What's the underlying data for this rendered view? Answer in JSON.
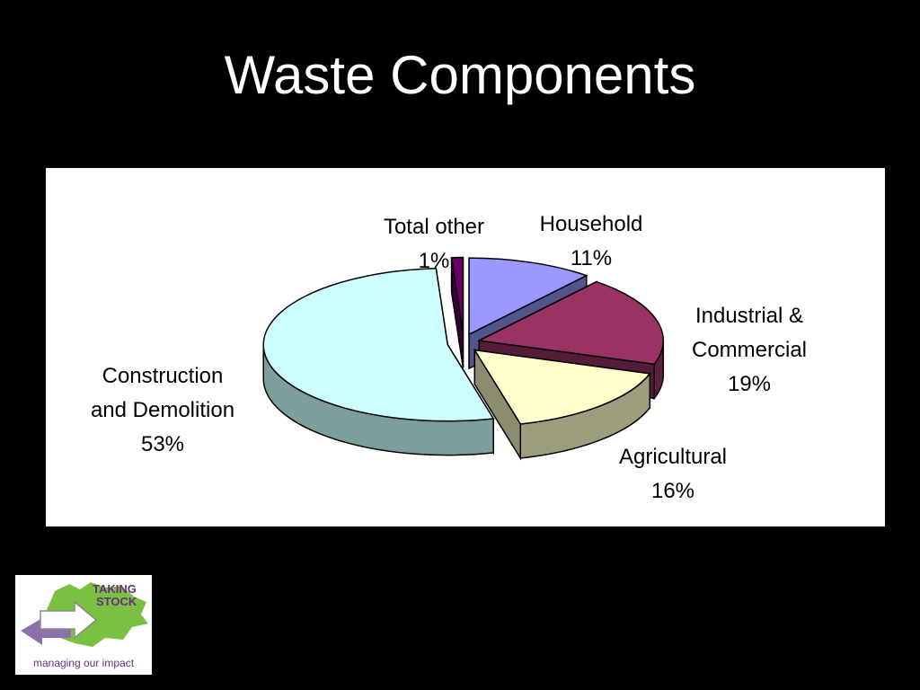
{
  "slide": {
    "title": "Waste Components"
  },
  "chart_data": {
    "type": "pie",
    "title": "",
    "three_d": true,
    "exploded": true,
    "legend": "none",
    "slices": [
      {
        "label_lines": [
          "Household",
          "11%"
        ],
        "name": "Household",
        "value": 11,
        "color": "#9999ff"
      },
      {
        "label_lines": [
          "Industrial &",
          "Commercial",
          "19%"
        ],
        "name": "Industrial & Commercial",
        "value": 19,
        "color": "#993366"
      },
      {
        "label_lines": [
          "Agricultural",
          "16%"
        ],
        "name": "Agricultural",
        "value": 16,
        "color": "#ffffcc"
      },
      {
        "label_lines": [
          "Construction",
          "and Demolition",
          "53%"
        ],
        "name": "Construction and Demolition",
        "value": 53,
        "color": "#ccffff"
      },
      {
        "label_lines": [
          "Total other",
          "1%"
        ],
        "name": "Total other",
        "value": 1,
        "color": "#660066"
      }
    ]
  },
  "logo": {
    "line1": "TAKING",
    "line2": "STOCK",
    "tagline": "managing our impact",
    "map_color": "#7ac143",
    "arrow_color": "#8e6fae"
  }
}
